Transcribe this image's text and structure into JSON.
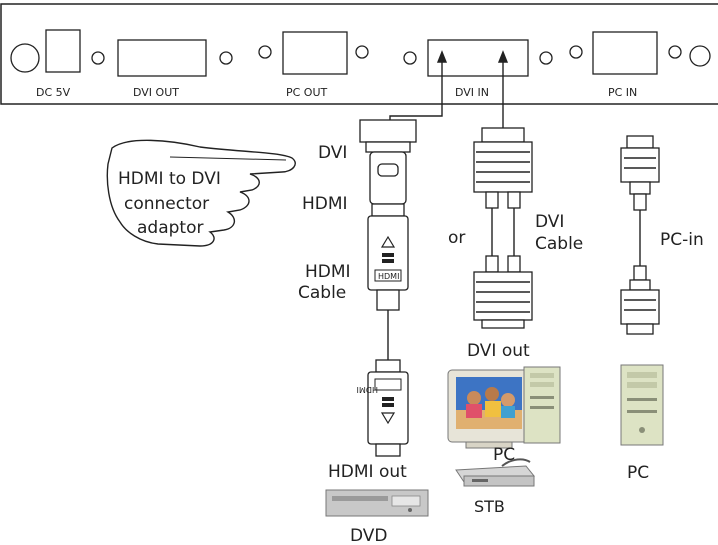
{
  "panel": {
    "ports": {
      "dc": "DC 5V",
      "dvi_out": "DVI OUT",
      "pc_out": "PC OUT",
      "dvi_in": "DVI IN",
      "pc_in": "PC IN"
    }
  },
  "labels": {
    "adaptor_dvi": "DVI",
    "adaptor_hdmi": "HDMI",
    "hand_line1": "HDMI to DVI",
    "hand_line2": "connector",
    "hand_line3": "adaptor",
    "hdmi_cable_1": "HDMI",
    "hdmi_cable_2": "Cable",
    "hdmi_logo_top": "HDMI",
    "hdmi_logo_bottom": "HDMI",
    "or": "or",
    "dvi_cable_1": "DVI",
    "dvi_cable_2": "Cable",
    "pc_in": "PC-in",
    "dvi_out": "DVI out",
    "pc_mid": "PC",
    "stb": "STB",
    "hdmi_out": "HDMI out",
    "dvd": "DVD",
    "pc_right": "PC"
  },
  "colors": {
    "line": "#222222",
    "pc_case": "#dde3c4",
    "device_silver": "#c8c8c8",
    "monitor": "#e7e4d8",
    "screen_sky": "#3d74c4",
    "screen_sand": "#e0b070"
  }
}
